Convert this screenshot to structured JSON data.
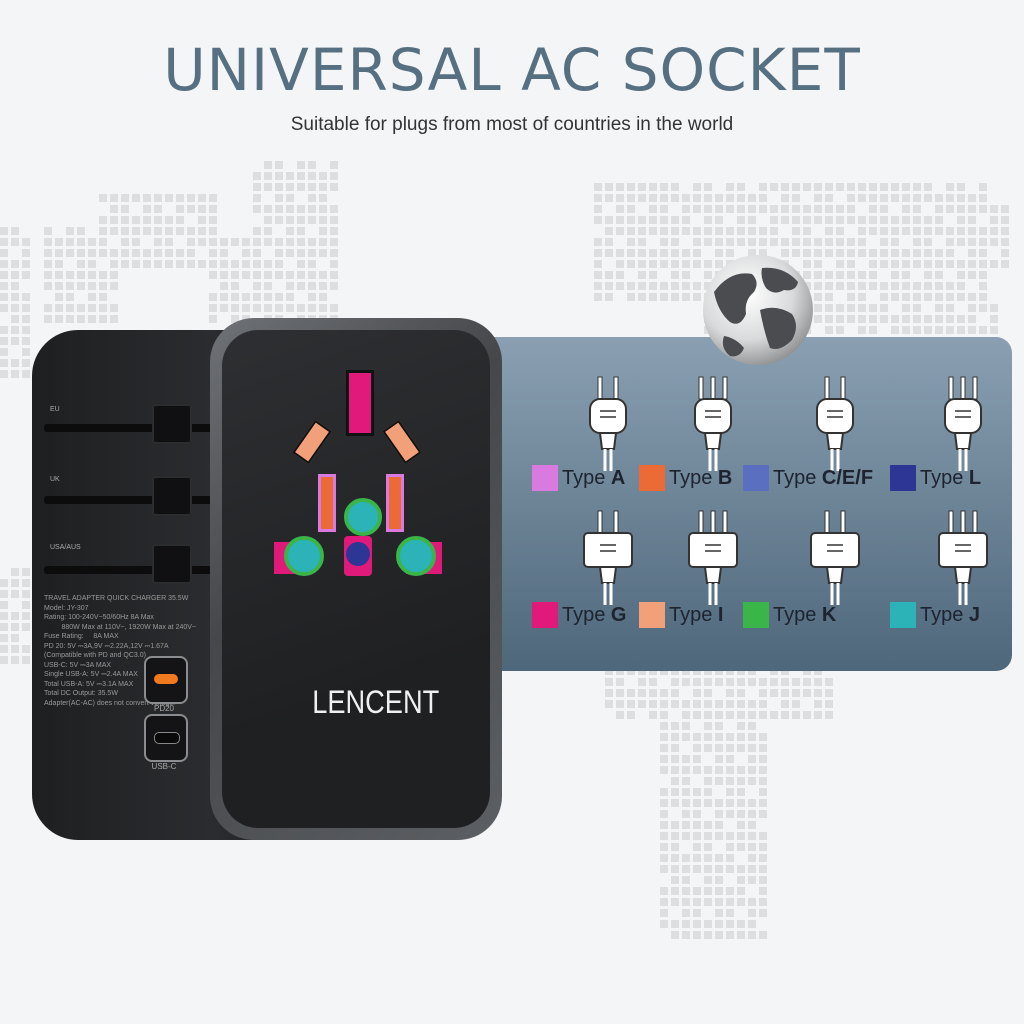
{
  "header": {
    "title": "UNIVERSAL AC SOCKET",
    "subtitle": "Suitable for plugs from most of countries in the world"
  },
  "colors": {
    "title": "#567082",
    "panel_top": "#8aa0b2",
    "panel_bottom": "#4f677b",
    "map_dot": "#dcdedf"
  },
  "plug_types": [
    {
      "prefix": "Type ",
      "code": "A",
      "swatch": "#d87ae0",
      "icon": "plug-type-a-icon"
    },
    {
      "prefix": "Type ",
      "code": "B",
      "swatch": "#ec6a35",
      "icon": "plug-type-b-icon"
    },
    {
      "prefix": "Type ",
      "code": "C/E/F",
      "swatch": "#5a6fc0",
      "icon": "plug-type-cef-icon"
    },
    {
      "prefix": "Type ",
      "code": "L",
      "swatch": "#2d3595",
      "icon": "plug-type-l-icon"
    },
    {
      "prefix": "Type ",
      "code": "G",
      "swatch": "#e01a7a",
      "icon": "plug-type-g-icon"
    },
    {
      "prefix": "Type ",
      "code": "I",
      "swatch": "#f2a07a",
      "icon": "plug-type-i-icon"
    },
    {
      "prefix": "Type ",
      "code": "K",
      "swatch": "#3ab54a",
      "icon": "plug-type-k-icon"
    },
    {
      "prefix": "Type ",
      "code": "J",
      "swatch": "#2bb3b8",
      "icon": "plug-type-j-icon"
    }
  ],
  "adapter": {
    "brand": "LENCENT",
    "slot_labels": [
      "EU",
      "UK",
      "USA/AUS"
    ],
    "spec_text": "TRAVEL ADAPTER QUICK CHARGER 35.5W\nModel: JY-307\nRating: 100-240V~50/60Hz 8A Max\n         880W Max at 110V~, 1920W Max at 240V~\nFuse Rating:     8A MAX\nPD 20: 5V ⎓3A,9V ⎓2.22A,12V ⎓1.67A\n(Compatible with PD and QC3.0)\nUSB-C: 5V ⎓3A MAX\nSingle USB-A: 5V ⎓2.4A MAX\nTotal USB-A: 5V ⎓3.1A MAX\nTotal DC Output: 35.5W\nAdapter(AC-AC) does not convert voltage.",
    "ports": [
      {
        "label": "PD20",
        "accent": "#f07a1e"
      },
      {
        "label": "USB-C",
        "accent": "#1a1a1c"
      }
    ]
  }
}
